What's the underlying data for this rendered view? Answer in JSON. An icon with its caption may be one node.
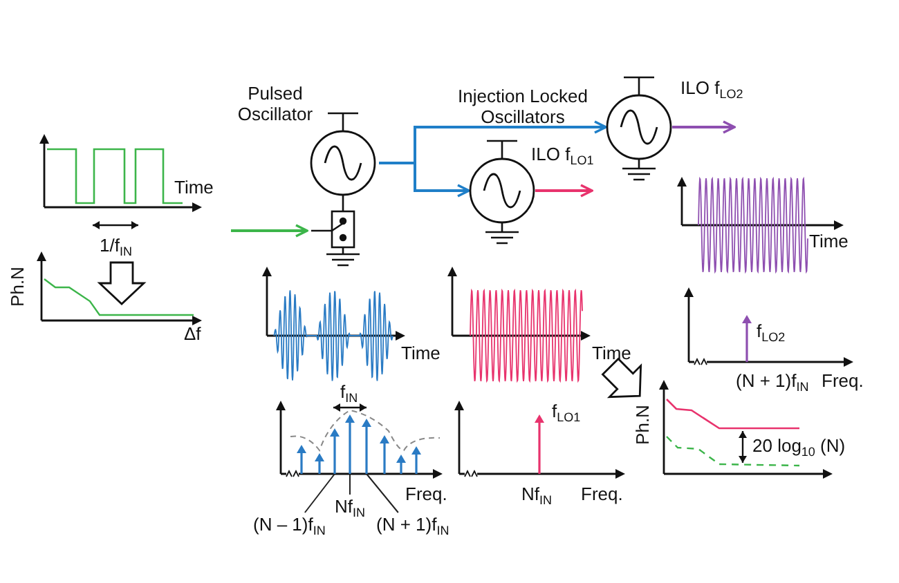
{
  "diagram": {
    "nodes": [
      {
        "text": [],
        "shape": "circle",
        "beside": [
          "Pulsed Oscillator"
        ]
      },
      {
        "text": [],
        "shape": "circle",
        "beside": [
          "ILO f$_{LO2}$"
        ]
      },
      {
        "text": [],
        "shape": "circle",
        "beside": [
          "ILO f$_{LO1}$"
        ]
      },
      {
        "text": [
          "(N – 1)f$_{IN}$"
        ]
      },
      {
        "text": [
          "Nf$_{IN}$"
        ]
      },
      {
        "text": [
          "(N + 1)f$_{IN}$"
        ]
      },
      {
        "text": [],
        "shape": "arrow"
      },
      {
        "text": [],
        "shape": "arrow"
      },
      {
        "text": [],
        "shape": "arrow"
      }
    ],
    "edges": [
      {
        "from": null,
        "to": 0,
        "arrow": "to",
        "color": "#3cb54a"
      },
      {
        "from": 0,
        "to": 1,
        "arrow": "to",
        "color": "#1f7fc8"
      },
      {
        "from": 0,
        "to": 2,
        "arrow": "to",
        "color": "#1f7fc8"
      },
      {
        "from": 2,
        "to": null,
        "arrow": "to",
        "color": "#e8336d"
      },
      {
        "from": 1,
        "to": null,
        "arrow": "to",
        "color": "#8e4fb0"
      },
      {
        "from": 3,
        "to": 6,
        "arrow": "none"
      },
      {
        "from": 4,
        "to": 7,
        "arrow": "none"
      },
      {
        "from": 5,
        "to": 8,
        "arrow": "none"
      }
    ],
    "labels": [
      "Injection Locked Oscillators",
      "Time",
      "1/f$_{IN}$",
      "Time",
      "Ph.N",
      "Δf",
      "f$_{LO2}$",
      "Time",
      "Time",
      "(N + 1)f$_{IN}$",
      "Freq.",
      "f$_{IN}$",
      "f$_{LO1}$",
      "Ph.N",
      "20 log$_{10}$ (N)",
      "Freq.",
      "Nf$_{IN}$",
      "Freq."
    ]
  }
}
